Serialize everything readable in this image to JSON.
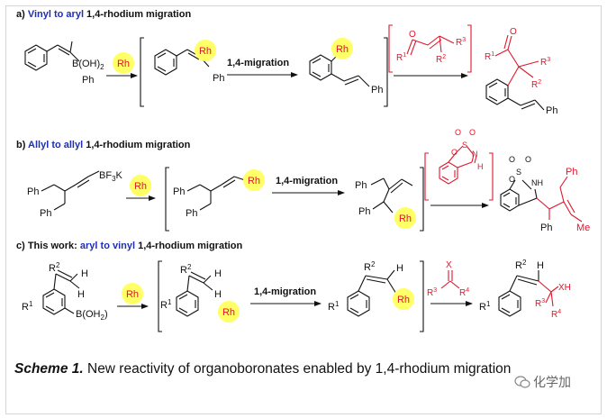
{
  "sections": {
    "a": {
      "prefix": "a)  ",
      "highlight": "Vinyl to aryl",
      "suffix": " 1,4-rhodium migration",
      "boronic": "B(OH)",
      "boronic_sub": "2",
      "ph": "Ph",
      "migration": "1,4-migration",
      "enone_r1": "R",
      "enone_r1_sup": "1",
      "enone_r2": "R",
      "enone_r2_sup": "2",
      "enone_r3": "R",
      "enone_r3_sup": "3"
    },
    "b": {
      "prefix": "b)  ",
      "highlight": "Allyl to allyl",
      "suffix": " 1,4-rhodium migration",
      "bf3k": "BF",
      "bf3k_sub": "3",
      "bf3k_k": "K",
      "ph": "Ph",
      "migration": "1,4-migration",
      "o": "O",
      "s": "S",
      "n": "N",
      "h": "H",
      "nh": "NH",
      "me": "Me"
    },
    "c": {
      "prefix": "c)  This work: ",
      "highlight": "aryl to vinyl",
      "suffix": " 1,4-rhodium migration",
      "boronic": "B(OH",
      "boronic_sub": "2",
      "boronic_end": ")",
      "migration": "1,4-migration",
      "h": "H",
      "x": "X",
      "xh": "XH",
      "r": "R"
    }
  },
  "rh": "Rh",
  "caption": {
    "label": "Scheme 1.",
    "text": " New reactivity of organoboronates enabled by 1,4-rhodium migration"
  },
  "watermark": "化学加",
  "colors": {
    "rh_circle": "#ffff66",
    "rh_text": "#e0162b",
    "red_bond": "#e0162b",
    "highlight_text": "#1f2fb0",
    "black": "#111111"
  }
}
